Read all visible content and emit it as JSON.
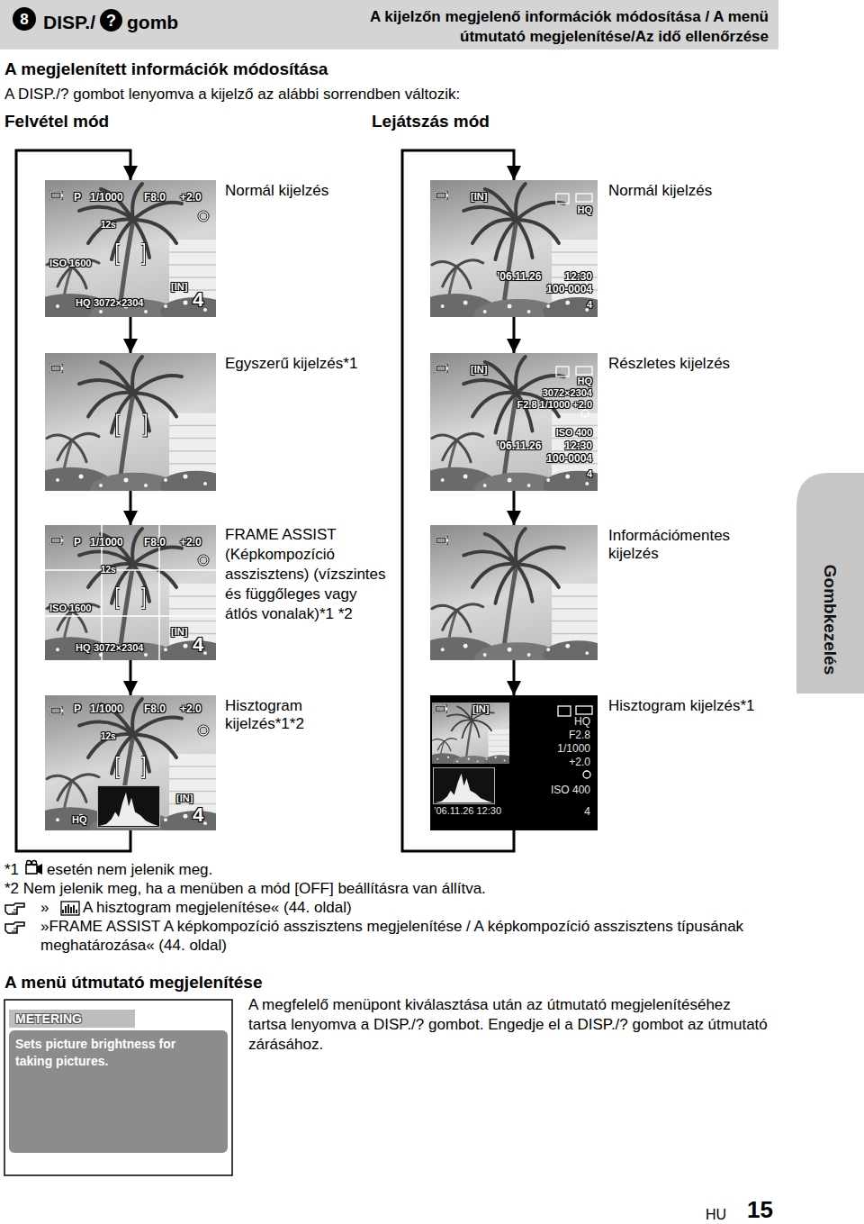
{
  "diagram": {
    "nodes": [
      {
        "text": [
          "8",
          "DISP./",
          "?",
          "gomb",
          "A kijelzőn megjelenő információk módosítása / A menü útmutató megjelenítése/Az idő ellenőrzése"
        ]
      },
      {
        "text": [
          "Normál kijelzés",
          "P",
          "1/1000",
          "F8.0",
          "+2.0",
          "12s",
          "ISO 1600",
          "[IN]",
          "HQ",
          "3072×2304",
          "4"
        ]
      },
      {
        "text": [
          "Normál kijelzés",
          "[IN]",
          "HQ",
          "’06.11.26",
          "12:30",
          "100-0004",
          "4"
        ]
      },
      {
        "text": [
          "Egyszerű kijelzés*1"
        ]
      },
      {
        "text": [
          "Részletes kijelzés",
          "[IN]",
          "HQ",
          "3072×2304",
          "F2.8 1/1000 +2.0",
          "ISO 400",
          "’06.11.26",
          "12:30",
          "100-0004",
          "4"
        ]
      },
      {
        "text": [
          "FRAME ASSIST (Képkompozíció asszisztens) (vízszintes és függőleges vagy átlós vonalak)*1 *2",
          "P",
          "1/1000",
          "F8.0",
          "+2.0",
          "12s",
          "ISO 1600",
          "[IN]",
          "HQ",
          "3072×2304",
          "4"
        ]
      },
      {
        "text": [
          "Információmentes kijelzés"
        ]
      },
      {
        "text": [
          "Hisztogram kijelzés*1*2",
          "P",
          "1/1000",
          "F8.0",
          "+2.0",
          "12s",
          "[IN]",
          "HQ",
          "4"
        ]
      },
      {
        "text": [
          "Hisztogram kijelzés*1",
          "[IN]",
          "HQ",
          "F2.8",
          "1/1000",
          "+2.0",
          "ISO 400",
          "’06.11.26 12:30",
          "4"
        ]
      },
      {
        "text": [
          "Gombkezelés"
        ]
      },
      {
        "text": [
          "METERING",
          "Sets picture brightness for taking pictures."
        ]
      }
    ],
    "edges": [
      {
        "from": 1,
        "to": 3,
        "arrow": "to"
      },
      {
        "from": 3,
        "to": 5,
        "arrow": "to"
      },
      {
        "from": 5,
        "to": 7,
        "arrow": "to"
      },
      {
        "from": 7,
        "to": 1,
        "arrow": "to"
      },
      {
        "from": 2,
        "to": 4,
        "arrow": "to"
      },
      {
        "from": 4,
        "to": 6,
        "arrow": "to"
      },
      {
        "from": 6,
        "to": 8,
        "arrow": "to"
      },
      {
        "from": 8,
        "to": 2,
        "arrow": "to"
      }
    ],
    "labels": [
      "A megjelenített információk módosítása",
      "A DISP./? gombot lenyomva a kijelző az alábbi sorrendben változik:",
      "Felvétel mód",
      "Lejátszás mód",
      "*1",
      "esetén nem jelenik meg.",
      "*2 Nem jelenik meg, ha a menüben a mód [OFF] beállításra van állítva.",
      "»",
      "A hisztogram megjelenítése« (44. oldal)",
      "»FRAME ASSIST A képkompozíció asszisztens megjelenítése / A képkompozíció asszisztens típusának meghatározása« (44. oldal)",
      "A menü útmutató megjelenítése",
      "A megfelelő menüpont kiválasztása után az útmutató megjelenítéséhez tartsa lenyomva a DISP./? gombot. Engedje el a DISP./? gombot az útmutató zárásához.",
      "HU",
      "15"
    ]
  }
}
